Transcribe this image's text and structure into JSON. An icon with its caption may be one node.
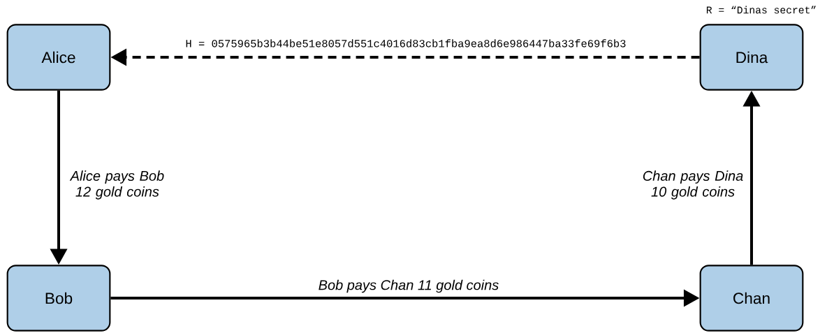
{
  "diagram": {
    "nodes": [
      {
        "text": [
          "Alice"
        ]
      },
      {
        "text": [
          "Bob"
        ]
      },
      {
        "text": [
          "Chan"
        ]
      },
      {
        "text": [
          "Dina"
        ],
        "beside": [
          "R = “Dinas secret”"
        ]
      }
    ],
    "edges": [
      {
        "from": 0,
        "to": 1,
        "arrow": "to",
        "label": "Alice pays Bob 12 gold coins"
      },
      {
        "from": 1,
        "to": 2,
        "arrow": "to",
        "label": "Bob pays Chan 11 gold coins"
      },
      {
        "from": 2,
        "to": 3,
        "arrow": "to",
        "label": "Chan pays Dina 10 gold coins"
      },
      {
        "from": 3,
        "to": 0,
        "arrow": "to",
        "style": "dashed",
        "label": "H = 0575965b3b44be51e8057d551c4016d83cb1fba9ea8d6e986447ba33fe69f6b3"
      }
    ]
  }
}
